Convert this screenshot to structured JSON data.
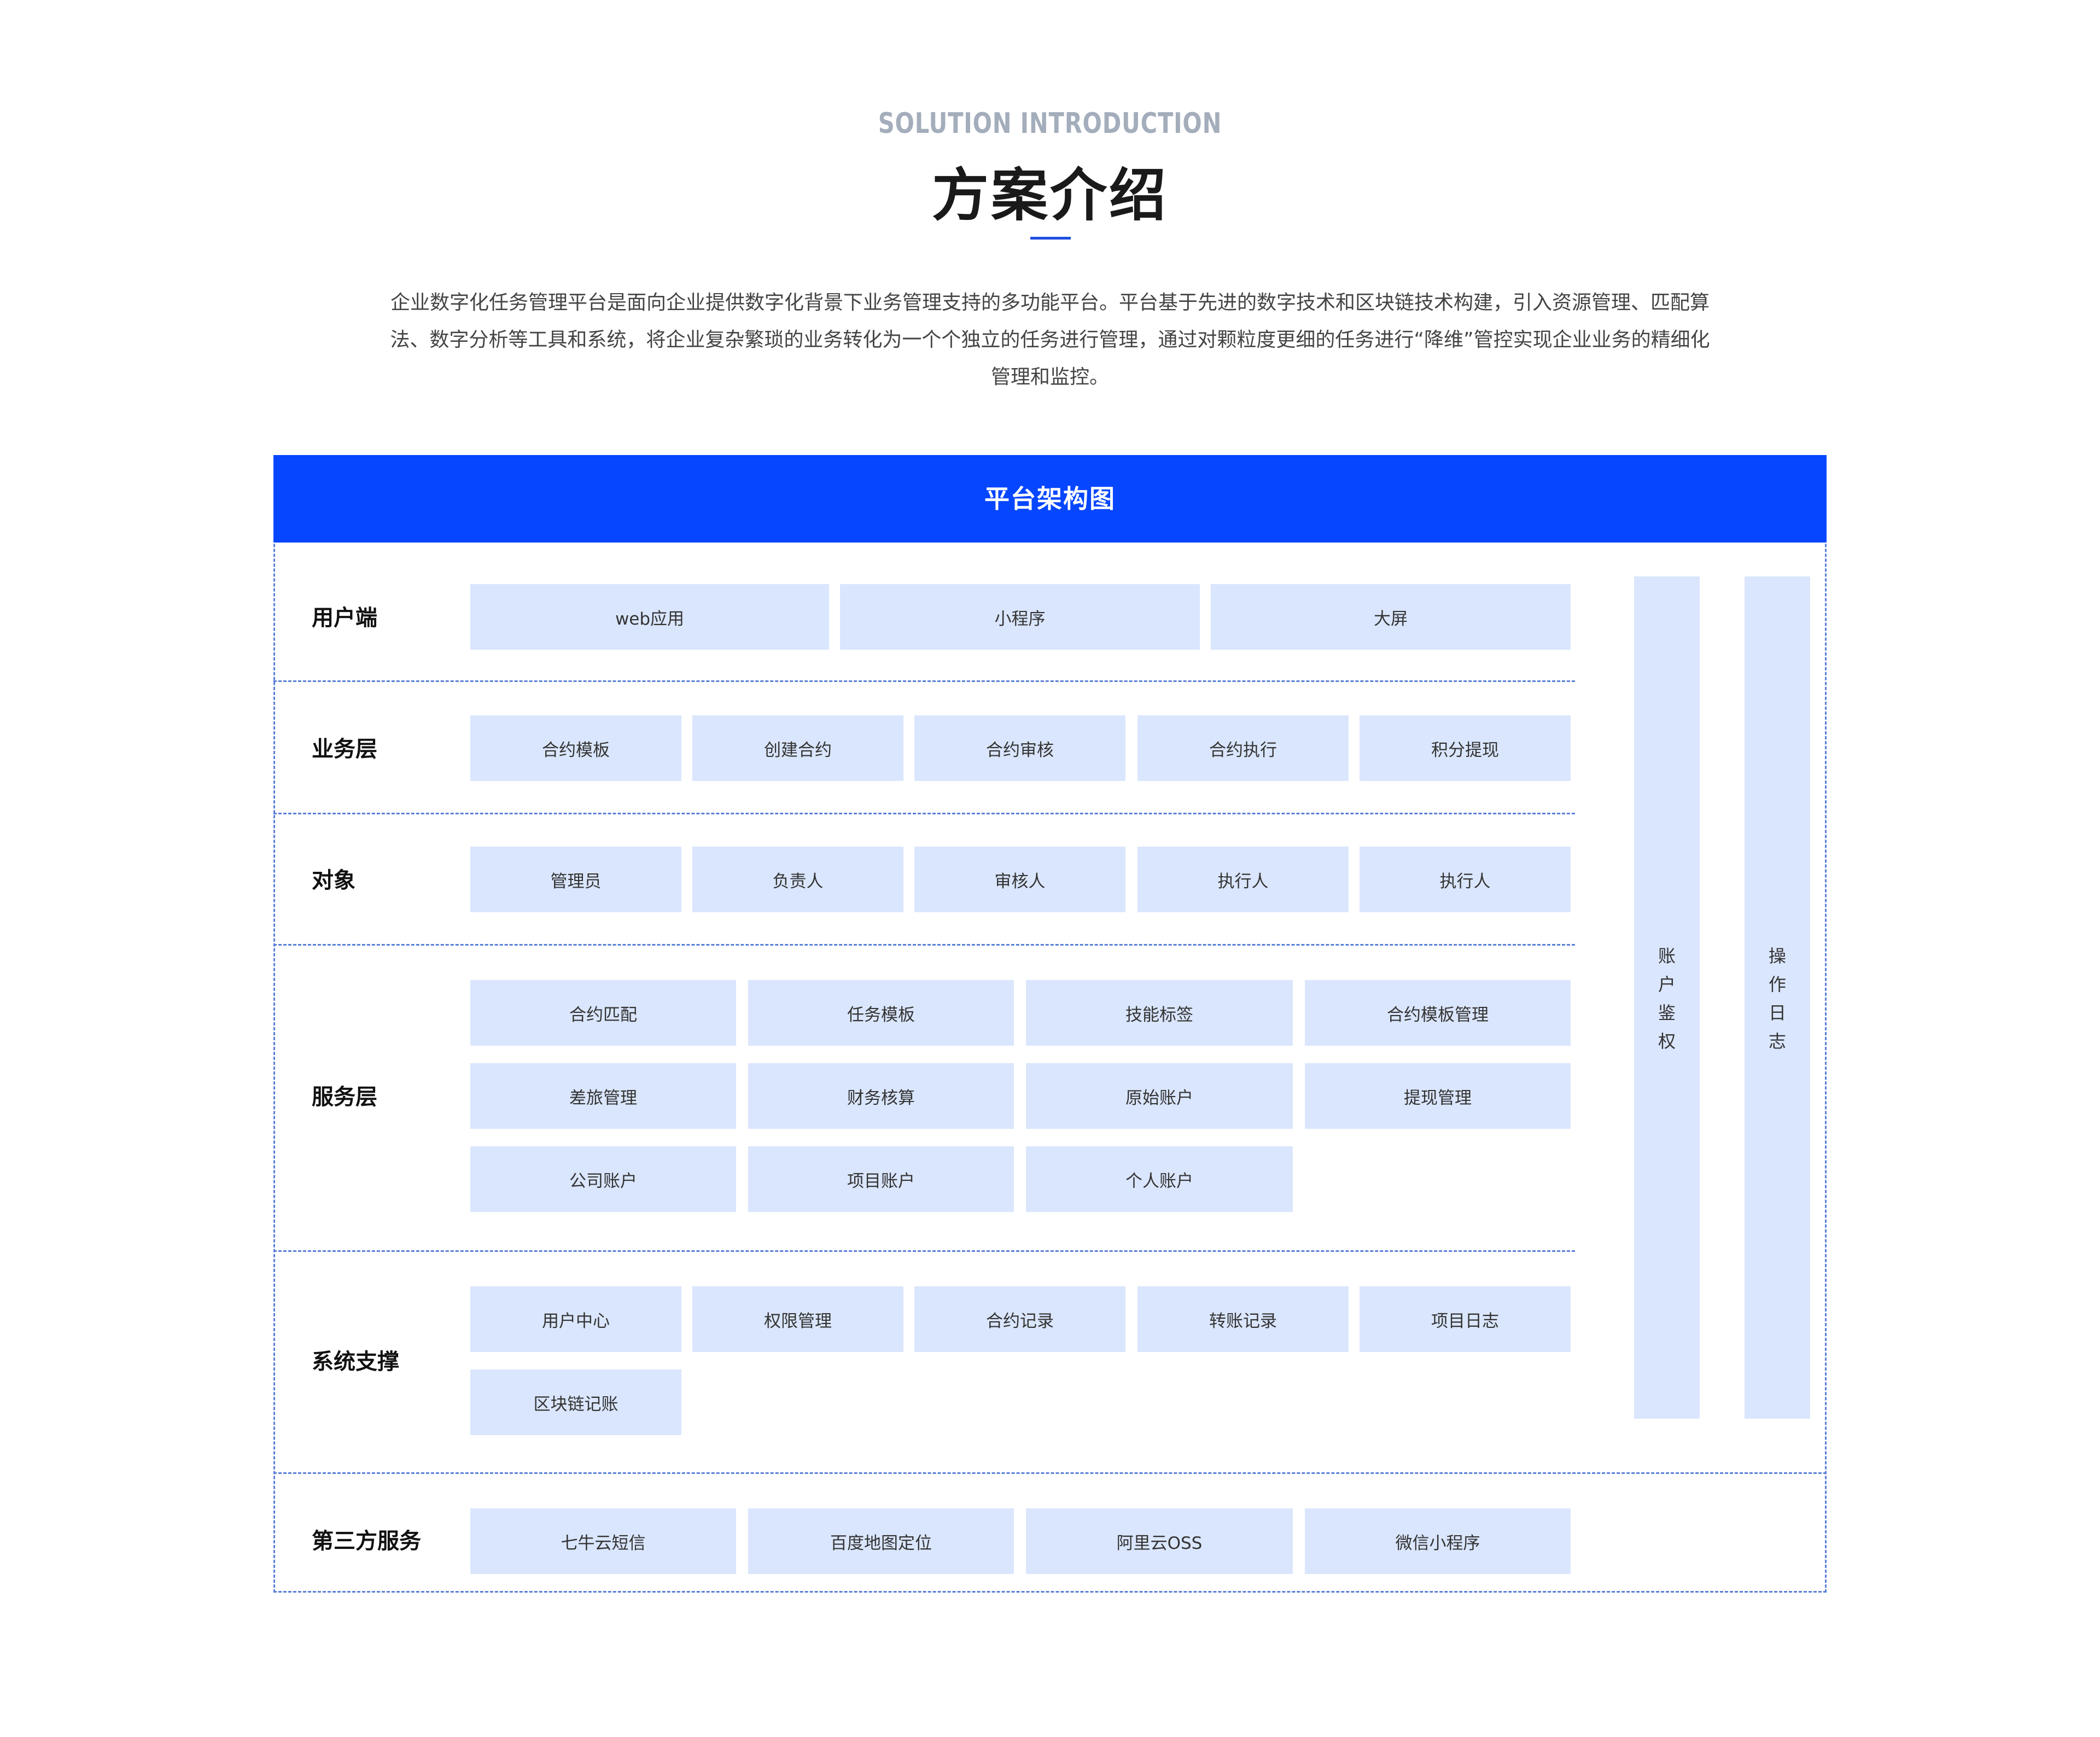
{
  "header": {
    "subtitle": "SOLUTION INTRODUCTION",
    "title": "方案介绍",
    "description": "企业数字化任务管理平台是面向企业提供数字化背景下业务管理支持的多功能平台。平台基于先进的数字技术和区块链技术构建，引入资源管理、匹配算法、数字分析等工具和系统，将企业复杂繁琐的业务转化为一个个独立的任务进行管理，通过对颗粒度更细的任务进行“降维”管控实现企业业务的精细化管理和监控。"
  },
  "diagram": {
    "title": "平台架构图",
    "rows": [
      {
        "label": "用户端",
        "cells": [
          "web应用",
          "小程序",
          "大屏"
        ]
      },
      {
        "label": "业务层",
        "cells": [
          "合约模板",
          "创建合约",
          "合约审核",
          "合约执行",
          "积分提现"
        ]
      },
      {
        "label": "对象",
        "cells": [
          "管理员",
          "负责人",
          "审核人",
          "执行人",
          "执行人"
        ]
      },
      {
        "label": "服务层",
        "cells": [
          "合约匹配",
          "任务模板",
          "技能标签",
          "合约模板管理",
          "差旅管理",
          "财务核算",
          "原始账户",
          "提现管理",
          "公司账户",
          "项目账户",
          "个人账户"
        ]
      },
      {
        "label": "系统支撑",
        "cells": [
          "用户中心",
          "权限管理",
          "合约记录",
          "转账记录",
          "项目日志",
          "区块链记账"
        ]
      },
      {
        "label": "第三方服务",
        "cells": [
          "七牛云短信",
          "百度地图定位",
          "阿里云OSS",
          "微信小程序"
        ]
      }
    ],
    "side_columns": [
      {
        "label": "账户鉴权",
        "chars": [
          "账",
          "户",
          "鉴",
          "权"
        ]
      },
      {
        "label": "操作日志",
        "chars": [
          "操",
          "作",
          "日",
          "志"
        ]
      }
    ],
    "colors": {
      "header_bg": "#0646ff",
      "cell_bg": "#dae6fd",
      "border": "#5b7fd8",
      "accent_line": "#1f4fe0"
    }
  }
}
